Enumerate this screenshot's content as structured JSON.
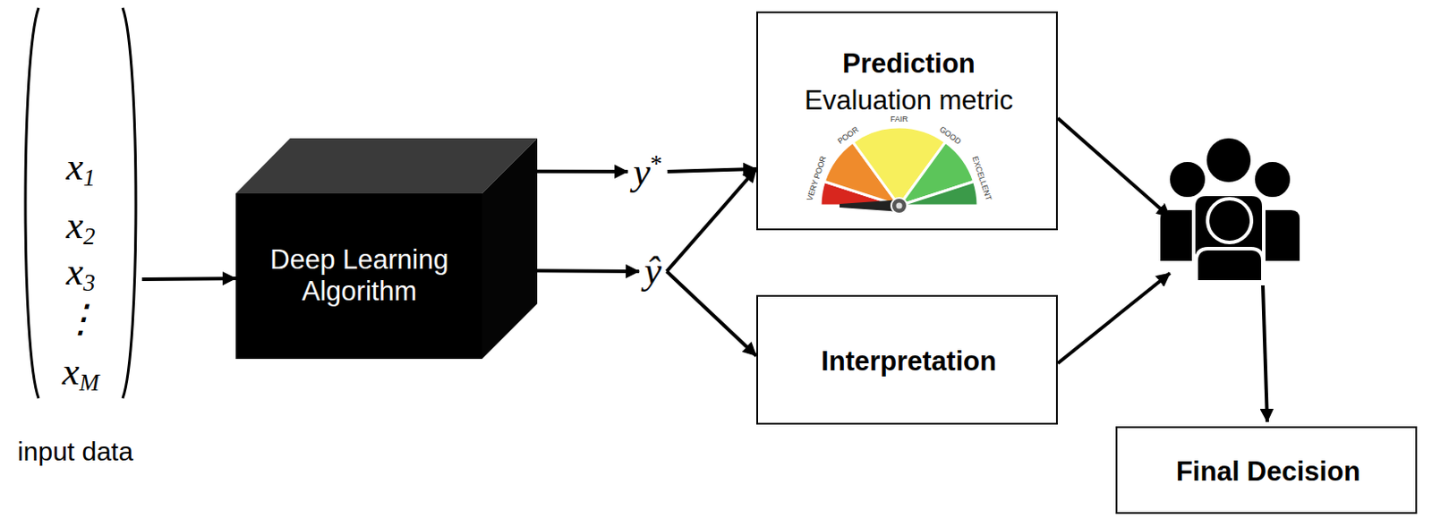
{
  "diagram": {
    "nodes": [
      {
        "text": [
          "x1",
          "x2",
          "x3",
          "⋮",
          "xM",
          "input data"
        ]
      },
      {
        "text": [
          "Deep Learning Algorithm"
        ]
      },
      {
        "text": [
          "y*"
        ]
      },
      {
        "text": [
          "ŷ"
        ]
      },
      {
        "text": [
          "Prediction",
          "Evaluation metric"
        ]
      },
      {
        "text": [
          "Interpretation"
        ]
      },
      {
        "text": [
          "Final Decision"
        ]
      }
    ],
    "edges": [
      {
        "from": 0,
        "to": 1,
        "arrow": "to"
      },
      {
        "from": 1,
        "to": 2,
        "arrow": "to"
      },
      {
        "from": 1,
        "to": 3,
        "arrow": "to"
      },
      {
        "from": 2,
        "to": 4,
        "arrow": "to"
      },
      {
        "from": 3,
        "to": 4,
        "arrow": "to"
      },
      {
        "from": 3,
        "to": 5,
        "arrow": "to"
      }
    ],
    "labels": [
      "VERY POOR",
      "POOR",
      "FAIR",
      "GOOD",
      "EXCELLENT"
    ]
  }
}
